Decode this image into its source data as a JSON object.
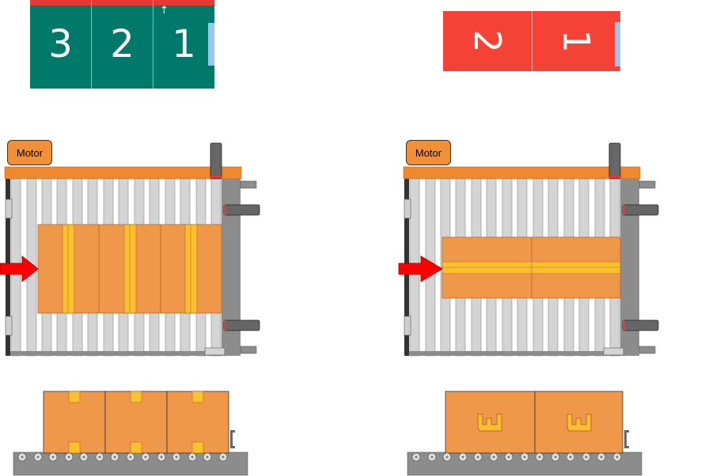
{
  "colors": {
    "green_label": "#00796b",
    "red_label": "#f44336",
    "label_top_bar": "#e53935",
    "box": "#f0984a",
    "box_border": "#b8692c",
    "tape": "#fbc02d",
    "frame_orange": "#f0882e",
    "roller": "#d4d4d4",
    "frame_gray": "#8c8c8c",
    "sensor_dark": "#666666",
    "sensor_red": "#e53935",
    "arrow": "#ff0000",
    "side_marker": "#9ec4f0"
  },
  "left": {
    "label_digits": [
      "3",
      "2",
      "1"
    ],
    "arrow_glyph": "↑",
    "motor_label": "Motor"
  },
  "right": {
    "label_digits": [
      "2",
      "1"
    ],
    "motor_label": "Motor"
  },
  "icons": [
    "input-arrow-icon",
    "this-side-up-icon",
    "sensor-icon",
    "roller-icon"
  ]
}
